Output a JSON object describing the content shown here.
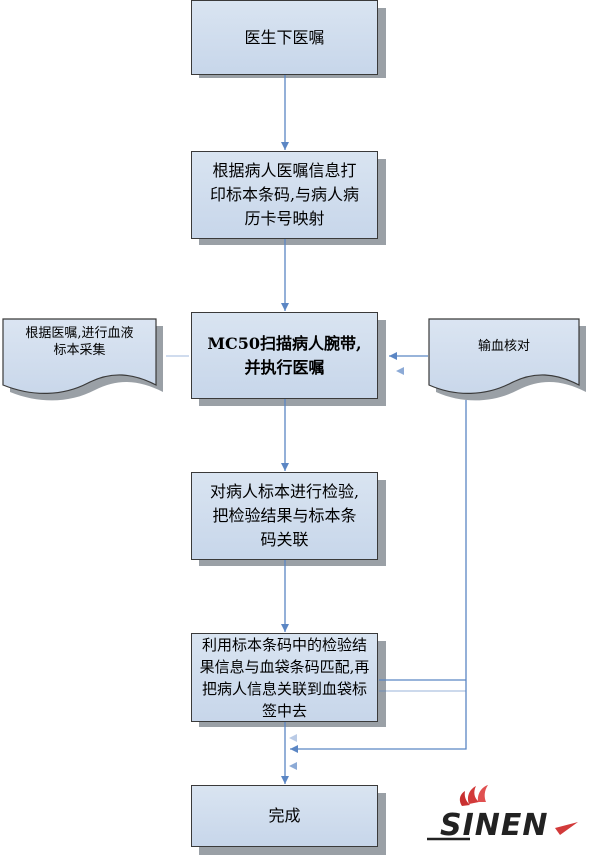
{
  "steps": {
    "s1": "医生下医嘱",
    "s2": "根据病人医嘱信息打\n印标本条码,与病人病\n历卡号映射",
    "s3": "MC50扫描病人腕带,\n并执行医嘱",
    "s4": "对病人标本进行检验,\n把检验结果与标本条\n码关联",
    "s5": "利用标本条码中的检验结\n果信息与血袋条码匹配,再\n把病人信息关联到血袋标\n签中去",
    "s6": "完成"
  },
  "docs": {
    "left": "根据医嘱,进行血液\n标本采集",
    "right": "输血核对"
  },
  "logo": {
    "text": "SINEN"
  },
  "colors": {
    "box_fill": "#cdd9ea",
    "doc_fill": "#d2deee",
    "arrow": "#5b86c4",
    "border": "#3a3a3a",
    "shadow": "#9aa0a6",
    "logo_red": "#d23a3a"
  }
}
